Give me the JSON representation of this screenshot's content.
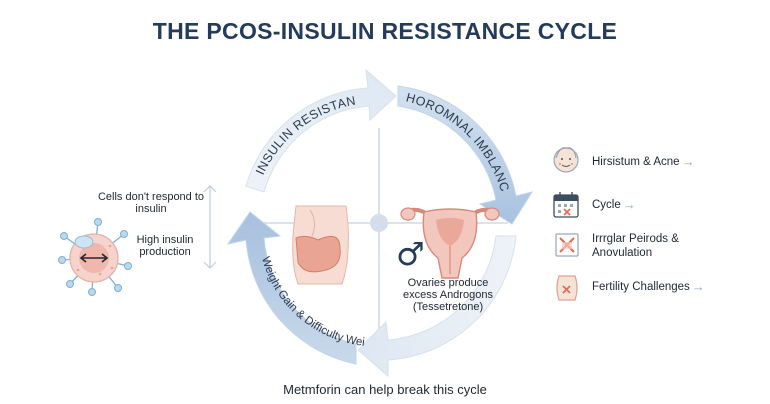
{
  "title": "THE PCOS-INSULIN RESISTANCE CYCLE",
  "cycle": {
    "insulin_resistance": "INSULIN RESISTANCE",
    "hormonal_imbalance": "HOROMNAL IMBLANCE",
    "weight_gain": "Weight Gain & Difficulty Weight"
  },
  "left": {
    "cells_text": "Cells don't respond to insulin",
    "insulin_text": "High insulin production"
  },
  "ovaries": {
    "symbol": "♂",
    "text": "Ovaries produce excess Androgons (Tessetretone)"
  },
  "legend": [
    {
      "icon": "face-icon",
      "label": "Hirsistum & Acne"
    },
    {
      "icon": "calendar-icon",
      "label": "Cycle"
    },
    {
      "icon": "irregular-period-icon",
      "label": "Irrrglar Peirods & Anovulation"
    },
    {
      "icon": "fertility-icon",
      "label": "Fertility Challenges"
    }
  ],
  "footer": "Metmforin can help break this cycle",
  "colors": {
    "title": "#243b5a",
    "arrow_light": "#e7eef6",
    "arrow_dark": "#a9c3de",
    "organ": "#f2c7bd",
    "organ_stroke": "#d9897a"
  }
}
